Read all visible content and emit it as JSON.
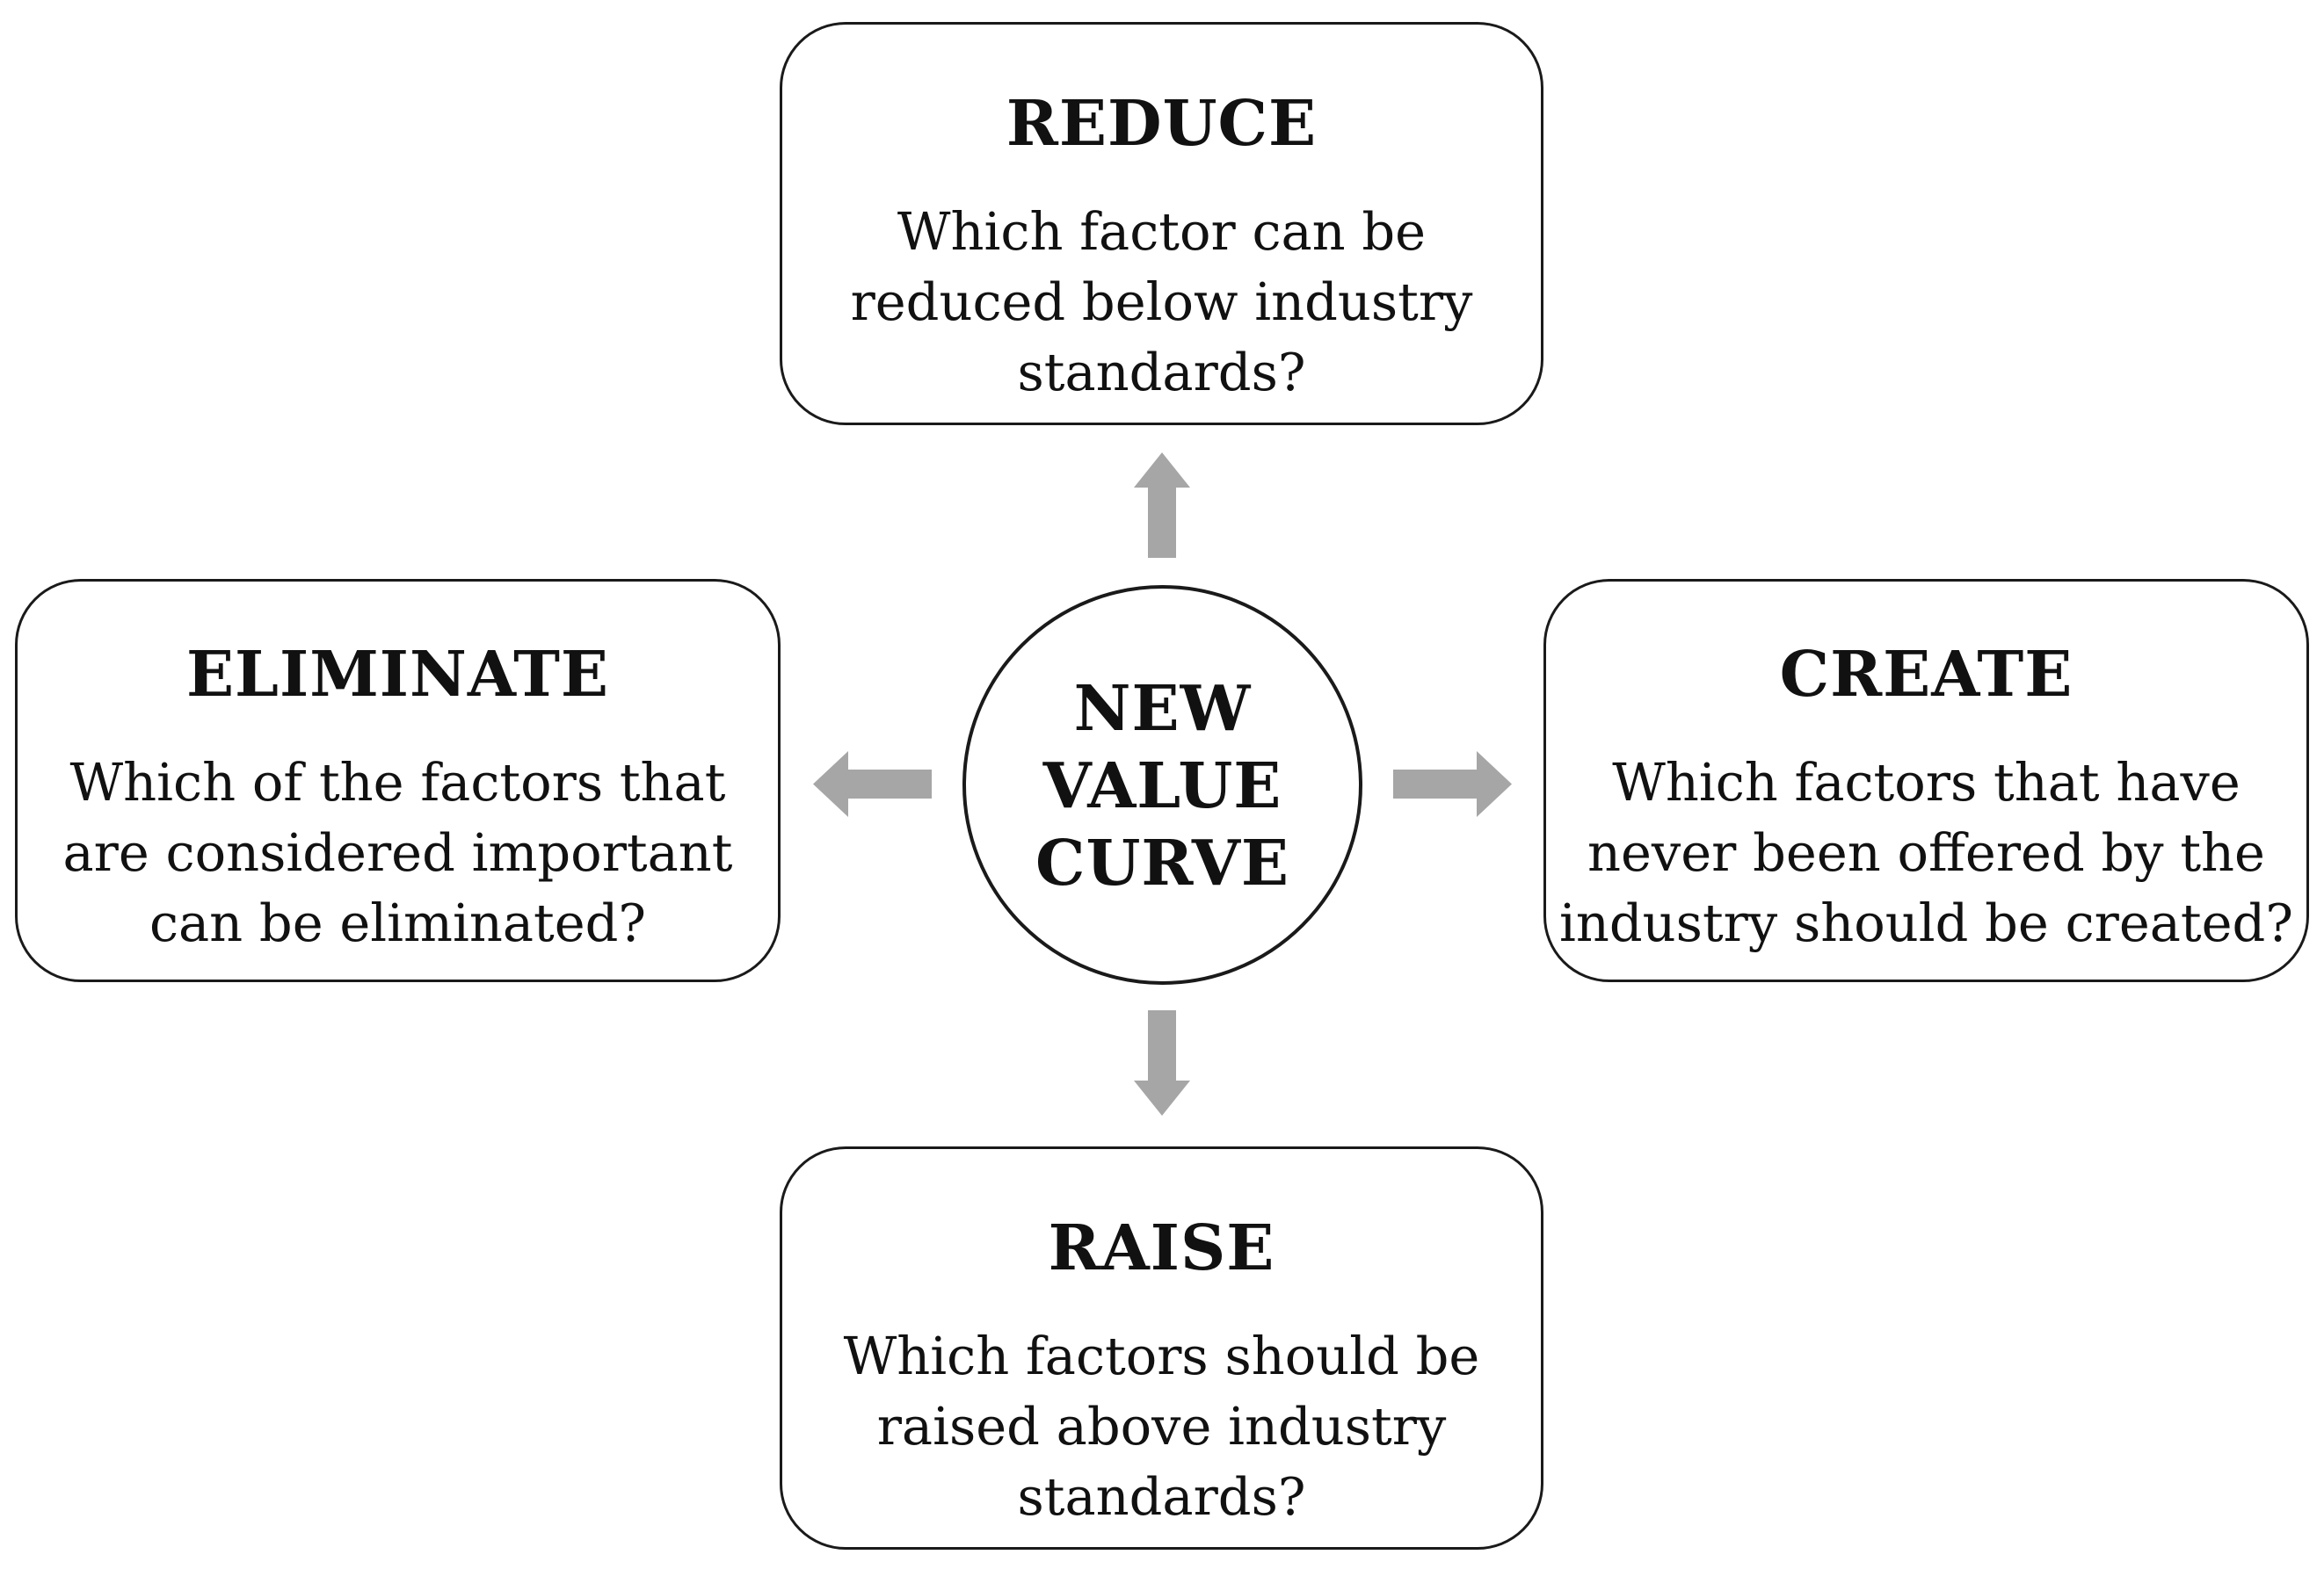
{
  "center": {
    "lines": [
      "NEW",
      "VALUE",
      "CURVE"
    ]
  },
  "boxes": {
    "reduce": {
      "title": "REDUCE",
      "lines": [
        "Which factor can be",
        "reduced below industry",
        "standards?"
      ]
    },
    "eliminate": {
      "title": "ELIMINATE",
      "lines": [
        "Which of the factors that",
        "are considered important",
        "can be eliminated?"
      ]
    },
    "create": {
      "title": "CREATE",
      "lines": [
        "Which factors that have",
        "never been offered by the",
        "industry should be created?"
      ]
    },
    "raise": {
      "title": "RAISE",
      "lines": [
        "Which factors should be",
        "raised above industry",
        "standards?"
      ]
    }
  },
  "colors": {
    "arrow": "#a6a6a6",
    "border": "#1a1a1a",
    "text": "#111111"
  }
}
